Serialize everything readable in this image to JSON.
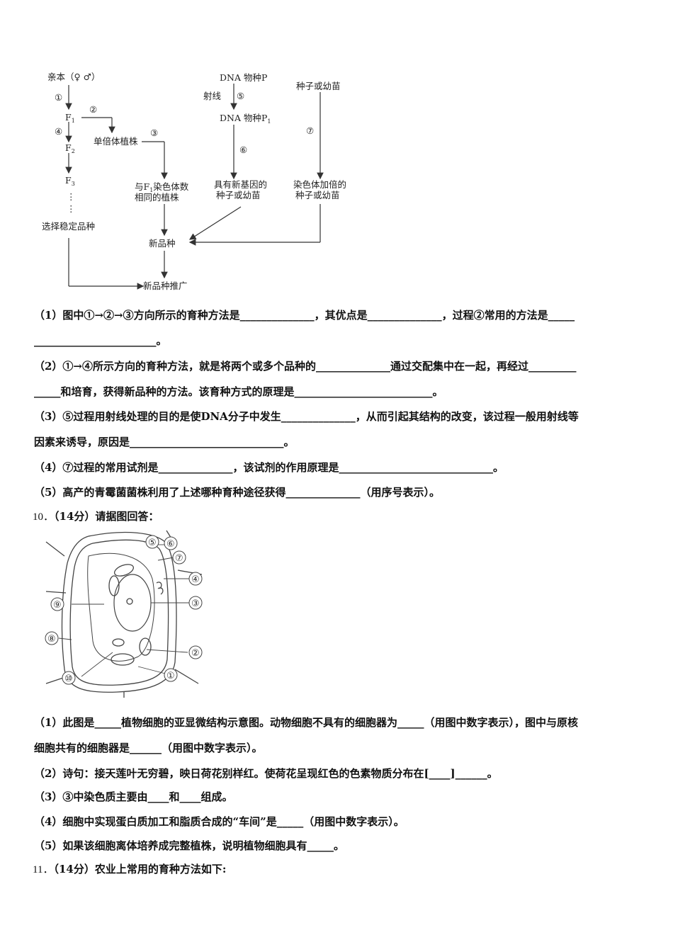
{
  "diagram": {
    "parents": "亲本（♀ ♂）",
    "f1": "F",
    "f1_sub": "1",
    "f2": "F",
    "f2_sub": "2",
    "f3": "F",
    "f3_sub": "3",
    "dots": "⋮",
    "select": "选择稳定品种",
    "haploid": "单倍体植株",
    "same_chrom_1": "与F",
    "same_chrom_sub": "1",
    "same_chrom_1b": "染色体数",
    "same_chrom_2": "相同的植株",
    "dna_p": "DNA   物种P",
    "ray": "射线",
    "dna_p1": "DNA   物种P",
    "dna_p1_sub": "1",
    "new_gene_1": "具有新基因的",
    "new_gene_2": "种子或幼苗",
    "seed": "种子或幼苗",
    "doubled_1": "染色体加倍的",
    "doubled_2": "种子或幼苗",
    "new_variety": "新品种",
    "promote": "新品种推广",
    "steps": [
      "①",
      "②",
      "③",
      "④",
      "⑤",
      "⑥",
      "⑦"
    ]
  },
  "q9": {
    "l1": "（1）图中①→②→③方向所示的育种方法是______________，其优点是______________，过程②常用的方法是_____",
    "l2": "_______________________。",
    "l3": "（2）①→④所示方向的育种方法，就是将两个或多个品种的______________通过交配集中在一起，再经过_________",
    "l4": "_____和培育，获得新品种的方法。该育种方式的原理是__________________________。",
    "l5": "（3）⑤过程用射线处理的目的是使DNA分子中发生______________，从而引起其结构的改变，该过程一般用射线等",
    "l6": "因素来诱导，原因是_____________________________。",
    "l7": "（4）⑦过程的常用试剂是______________，该试剂的作用原理是_____________________________。",
    "l8": "（5）高产的青霉菌菌株利用了上述哪种育种途径获得______________（用序号表示）。"
  },
  "q10": {
    "header_num": "10．",
    "header_text": "（14分）请据图回答：",
    "labels": [
      "①",
      "②",
      "③",
      "④",
      "⑤",
      "⑥",
      "⑦",
      "⑧",
      "⑨",
      "⑩"
    ],
    "l1": "（1）此图是_____植物细胞的亚显微结构示意图。动物细胞不具有的细胞器为_____（用图中数字表示），图中与原核",
    "l2": "细胞共有的细胞器是______（用图中数字表示）。",
    "l3": "（2）诗句：接天莲叶无穷碧，映日荷花别样红。使荷花呈现红色的色素物质分布在[____]______。",
    "l4": "（3）③中染色质主要由____和____组成。",
    "l5": "（4）细胞中实现蛋白质加工和脂质合成的“车间”是_____（用图中数字表示）。",
    "l6": "（5）如果该细胞离体培养成完整植株，说明植物细胞具有_____。"
  },
  "q11": {
    "header_num": "11．",
    "header_text": "（14分）农业上常用的育种方法如下:"
  }
}
